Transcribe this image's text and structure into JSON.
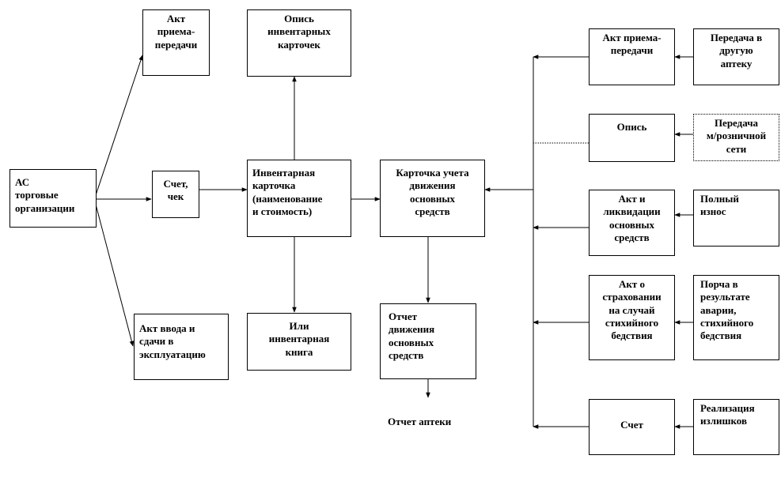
{
  "boxes": {
    "as_org": "АС\nторговые\nорганизации",
    "akt_priema_left": "Акт\nприема-\nпередачи",
    "schet_chek": "Счет,\nчек",
    "akt_vvoda": "Акт ввода и\nсдачи в\nэксплуатацию",
    "opis_kartochek": "Опись\nинвентарных\nкарточек",
    "inv_kartochka": "Инвентарная\nкарточка\n(наименование\nи стоимость)",
    "ili_kniga": "Или\nинвентарная\nкнига",
    "kartochka_ucheta": "Карточка учета\nдвижения\nосновных\nсредств",
    "otchet_dvizheniya": "Отчет\nдвижения\nосновных\nсредств",
    "akt_priema_right": "Акт приема-\nпередачи",
    "opis": "Опись",
    "akt_likvidacii": "Акт и\nликвидации\nосновных\nсредств",
    "akt_strahovanii": "Акт о\nстраховании\nна случай\nстихийного\nбедствия",
    "schet": "Счет",
    "peredacha_apteku": "Передача в\nдругую\nаптеку",
    "peredacha_seti": "Передача\nм/розничной\nсети",
    "polnyi_iznos": "Полный\nизнос",
    "porcha": "Порча в\nрезультате\nаварии,\nстихийного\nбедствия",
    "realizaciya": "Реализация\nизлишков"
  },
  "labels": {
    "otchet_apteki": "Отчет аптеки"
  }
}
